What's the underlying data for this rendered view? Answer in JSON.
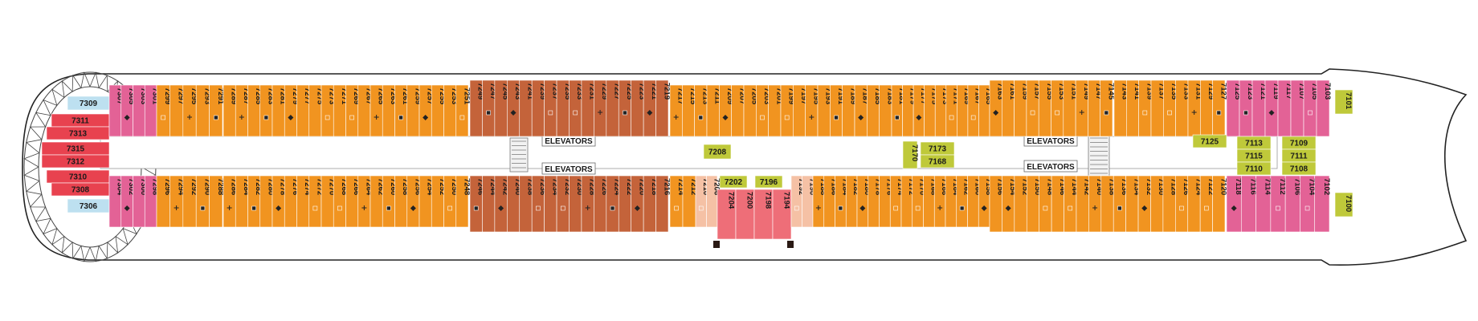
{
  "colors": {
    "balcony": "#F19420",
    "suite_dark": "#C4633A",
    "grand_suite": "#E36296",
    "aft_blue": "#BDE0F0",
    "aft_red": "#E8424F",
    "interior_green": "#BFC93A",
    "peach": "#F5C1A5",
    "salmon": "#EE6E78",
    "outline": "#222222",
    "corridor": "#ffffff"
  },
  "labels": {
    "elevators": "ELEVATORS"
  },
  "symbols": {
    "accessible": "accessible-square-icon",
    "connecting": "connecting-diamond-icon",
    "sofa": "plus-icon"
  },
  "cabins": {
    "aft_top": [
      "7309",
      "7311",
      "7313"
    ],
    "aft_mid": [
      "7315",
      "7312"
    ],
    "aft_bottom": [
      "7310",
      "7308",
      "7306"
    ],
    "aft_pink_top": [
      "7307",
      "7305",
      "7303",
      "7301"
    ],
    "aft_pink_bottom": [
      "7304",
      "7302",
      "7300",
      "7298"
    ],
    "top_a": [
      "7299",
      "7297",
      "7295",
      "7293",
      "7291"
    ],
    "top_b": [
      "7289",
      "7287",
      "7285",
      "7283",
      "7281",
      "7279",
      "7277",
      "7275",
      "7273",
      "7271",
      "7269",
      "7267",
      "7265",
      "7263",
      "7261",
      "7259",
      "7257",
      "7255",
      "7253",
      "7251"
    ],
    "top_brown": [
      "7249",
      "7247",
      "7245",
      "7243",
      "7241",
      "7239",
      "7237",
      "7235",
      "7233",
      "7231",
      "7229",
      "7227",
      "7225",
      "7223",
      "7221",
      "7219"
    ],
    "top_c": [
      "7217",
      "7215",
      "7213",
      "7211",
      "7209",
      "7207",
      "7205",
      "7203",
      "7201",
      "7199",
      "7197",
      "7195",
      "7193",
      "7191",
      "7189",
      "7187",
      "7185",
      "7183"
    ],
    "top_d": [
      "7181",
      "7179",
      "7177",
      "7175",
      "7173",
      "7171",
      "7169",
      "7167",
      "7165"
    ],
    "top_e": [
      "7163",
      "7161",
      "7159",
      "7157",
      "7155",
      "7153",
      "7151",
      "7149",
      "7147",
      "7145"
    ],
    "top_f": [
      "7143",
      "7141",
      "7139",
      "7137",
      "7135",
      "7133",
      "7131",
      "7129",
      "7127"
    ],
    "top_pink": [
      "7125",
      "7123",
      "7121",
      "7119",
      "7117",
      "7107",
      "7105",
      "7103"
    ],
    "fwd_top": [
      "7101"
    ],
    "bot_a": [
      "7296",
      "7294",
      "7292",
      "7290",
      "7288"
    ],
    "bot_b": [
      "7286",
      "7284",
      "7282",
      "7280",
      "7278",
      "7276",
      "7274",
      "7272",
      "7270",
      "7268",
      "7266",
      "7264",
      "7262",
      "7260",
      "7258",
      "7256",
      "7254",
      "7252",
      "7250",
      "7248"
    ],
    "bot_brown": [
      "7246",
      "7244",
      "7242",
      "7240",
      "7238",
      "7236",
      "7234",
      "7232",
      "7230",
      "7228",
      "7226",
      "7224",
      "7222",
      "7220",
      "7218",
      "7216"
    ],
    "bot_c": [
      "7214",
      "7212"
    ],
    "bot_peach_l": [
      "7210",
      "7206"
    ],
    "bot_salmon": [
      "7204",
      "7200",
      "7198",
      "7194"
    ],
    "bot_peach_r": [
      "7192",
      "7190"
    ],
    "bot_d": [
      "7188",
      "7186",
      "7184",
      "7182",
      "7180",
      "7178",
      "7176",
      "7174",
      "7172",
      "7170",
      "7168",
      "7166",
      "7164",
      "7162",
      "7160",
      "7158"
    ],
    "bot_e": [
      "7156",
      "7154",
      "7152",
      "7150",
      "7148",
      "7146",
      "7144",
      "7142",
      "7140",
      "7138",
      "7136",
      "7134",
      "7132",
      "7130",
      "7128",
      "7126",
      "7124",
      "7122",
      "7120"
    ],
    "bot_pink": [
      "7118",
      "7116",
      "7114",
      "7112",
      "7106",
      "7104",
      "7102"
    ],
    "fwd_bottom": [
      "7100"
    ],
    "interior": [
      "7208",
      "7202",
      "7196",
      "7173",
      "7168",
      "7125",
      "7113",
      "7109",
      "7115",
      "7111",
      "7110",
      "7108"
    ]
  }
}
